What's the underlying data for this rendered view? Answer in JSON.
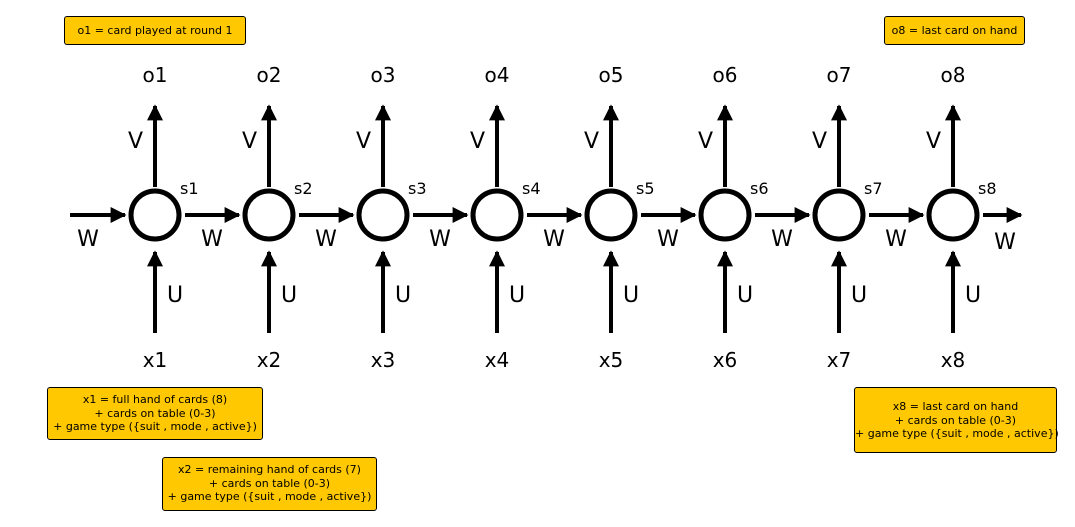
{
  "colors": {
    "note_fill": "#ffc800",
    "stroke": "#000000",
    "background": "#ffffff"
  },
  "diagram": {
    "steps": [
      {
        "output": "o1",
        "state": "s1",
        "input": "x1"
      },
      {
        "output": "o2",
        "state": "s2",
        "input": "x2"
      },
      {
        "output": "o3",
        "state": "s3",
        "input": "x3"
      },
      {
        "output": "o4",
        "state": "s4",
        "input": "x4"
      },
      {
        "output": "o5",
        "state": "s5",
        "input": "x5"
      },
      {
        "output": "o6",
        "state": "s6",
        "input": "x6"
      },
      {
        "output": "o7",
        "state": "s7",
        "input": "x7"
      },
      {
        "output": "o8",
        "state": "s8",
        "input": "x8"
      }
    ],
    "output_weight": "V",
    "input_weight": "U",
    "recurrent_weight": "W"
  },
  "notes": {
    "o1": [
      "o1 = card played at round 1"
    ],
    "o8": [
      "o8 = last card on hand"
    ],
    "x1": [
      "x1 = full hand of cards (8)",
      "+ cards on table (0-3)",
      "+ game type ({suit , mode , active})"
    ],
    "x2": [
      "x2 = remaining hand of cards (7)",
      "+ cards on table (0-3)",
      "+ game type ({suit , mode , active})"
    ],
    "x8": [
      "x8 = last card on hand",
      "+ cards on table (0-3)",
      "+ game type ({suit , mode , active})"
    ]
  }
}
